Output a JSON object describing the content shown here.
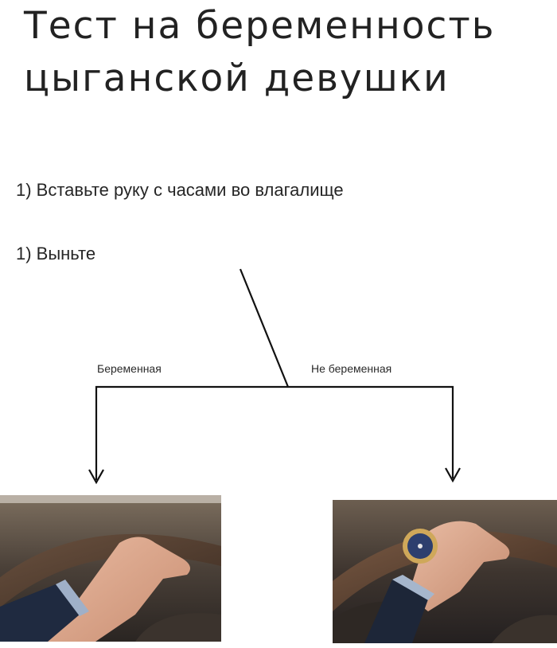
{
  "title": {
    "line1": "Тест на беременность",
    "line2": "цыганской девушки"
  },
  "steps": [
    "1) Вставьте руку с часами во влагалище",
    "1) Выньте"
  ],
  "branches": {
    "left_label": "Беременная",
    "right_label": "Не беременная"
  },
  "photos": {
    "left": "hand-on-steering-wheel-without-watch",
    "right": "hand-on-steering-wheel-with-watch"
  },
  "colors": {
    "text": "#222222",
    "lines": "#111111",
    "background": "#ffffff"
  }
}
